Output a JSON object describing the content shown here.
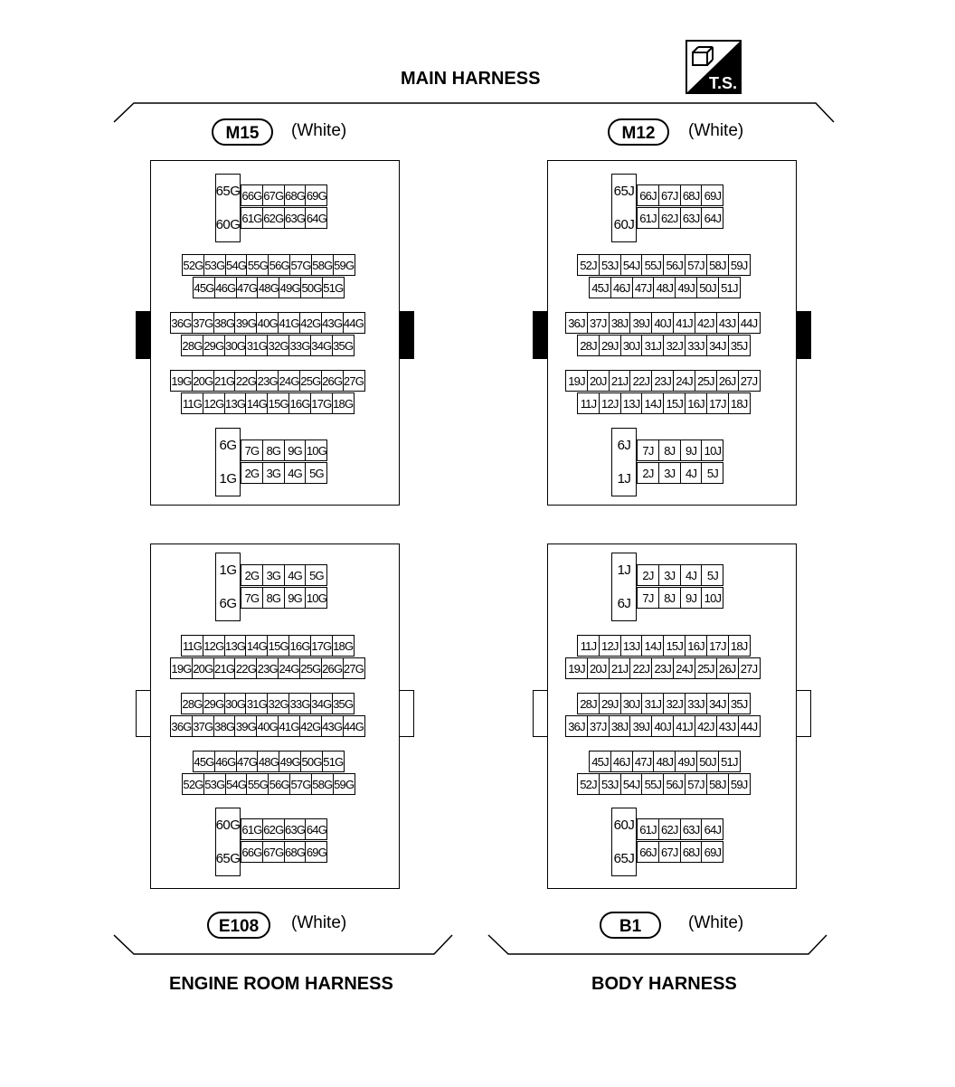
{
  "header": {
    "title": "MAIN HARNESS",
    "icon": "ts-icon",
    "icon_label": "T.S."
  },
  "connectors": {
    "m15": {
      "code": "M15",
      "color": "(White)"
    },
    "m12": {
      "code": "M12",
      "color": "(White)"
    },
    "e108": {
      "code": "E108",
      "color": "(White)"
    },
    "b1": {
      "code": "B1",
      "color": "(White)"
    }
  },
  "footer": {
    "left_title": "ENGINE ROOM HARNESS",
    "right_title": "BODY HARNESS"
  },
  "pins": {
    "g": {
      "g1": [
        "66G",
        "67G",
        "68G",
        "69G"
      ],
      "g2": [
        "61G",
        "62G",
        "63G",
        "64G"
      ],
      "g3": [
        "52G",
        "53G",
        "54G",
        "55G",
        "56G",
        "57G",
        "58G",
        "59G"
      ],
      "g4": [
        "45G",
        "46G",
        "47G",
        "48G",
        "49G",
        "50G",
        "51G"
      ],
      "g5": [
        "36G",
        "37G",
        "38G",
        "39G",
        "40G",
        "41G",
        "42G",
        "43G",
        "44G"
      ],
      "g6": [
        "28G",
        "29G",
        "30G",
        "31G",
        "32G",
        "33G",
        "34G",
        "35G"
      ],
      "g7": [
        "19G",
        "20G",
        "21G",
        "22G",
        "23G",
        "24G",
        "25G",
        "26G",
        "27G"
      ],
      "g8": [
        "11G",
        "12G",
        "13G",
        "14G",
        "15G",
        "16G",
        "17G",
        "18G"
      ],
      "g9": [
        "7G",
        "8G",
        "9G",
        "10G"
      ],
      "g10": [
        "2G",
        "3G",
        "4G",
        "5G"
      ],
      "t_top_a": "65G",
      "t_top_b": "60G",
      "t_bot_a": "6G",
      "t_bot_b": "1G"
    },
    "j": {
      "g1": [
        "66J",
        "67J",
        "68J",
        "69J"
      ],
      "g2": [
        "61J",
        "62J",
        "63J",
        "64J"
      ],
      "g3": [
        "52J",
        "53J",
        "54J",
        "55J",
        "56J",
        "57J",
        "58J",
        "59J"
      ],
      "g4": [
        "45J",
        "46J",
        "47J",
        "48J",
        "49J",
        "50J",
        "51J"
      ],
      "g5": [
        "36J",
        "37J",
        "38J",
        "39J",
        "40J",
        "41J",
        "42J",
        "43J",
        "44J"
      ],
      "g6": [
        "28J",
        "29J",
        "30J",
        "31J",
        "32J",
        "33J",
        "34J",
        "35J"
      ],
      "g7": [
        "19J",
        "20J",
        "21J",
        "22J",
        "23J",
        "24J",
        "25J",
        "26J",
        "27J"
      ],
      "g8": [
        "11J",
        "12J",
        "13J",
        "14J",
        "15J",
        "16J",
        "17J",
        "18J"
      ],
      "g9": [
        "7J",
        "8J",
        "9J",
        "10J"
      ],
      "g10": [
        "2J",
        "3J",
        "4J",
        "5J"
      ],
      "t_top_a": "65J",
      "t_top_b": "60J",
      "t_bot_a": "6J",
      "t_bot_b": "1J"
    }
  }
}
